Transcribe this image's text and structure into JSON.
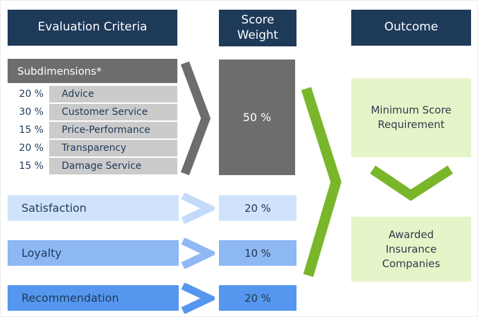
{
  "headers": {
    "evaluation_criteria": "Evaluation Criteria",
    "score_weight": "Score Weight",
    "outcome": "Outcome"
  },
  "subdimensions": {
    "title": "Subdimensions*",
    "rows": [
      {
        "percent": "20 %",
        "label": "Advice"
      },
      {
        "percent": "30 %",
        "label": "Customer Service"
      },
      {
        "percent": "15 %",
        "label": "Price-Performance"
      },
      {
        "percent": "20 %",
        "label": "Transparency"
      },
      {
        "percent": "15 %",
        "label": "Damage Service"
      }
    ],
    "weight": "50 %"
  },
  "criteria": [
    {
      "label": "Satisfaction",
      "weight": "20 %"
    },
    {
      "label": "Loyalty",
      "weight": "10 %"
    },
    {
      "label": "Recommendation",
      "weight": "20 %"
    }
  ],
  "outcome": {
    "minimum_label": "Minimum Score Requirement",
    "awarded_label": "Awarded Insurance Companies"
  },
  "icons": {
    "gray_chevron": "right-chevron",
    "satisfaction_chevron": "right-chevron",
    "loyalty_chevron": "right-chevron",
    "recommendation_chevron": "right-chevron",
    "merge_chevron": "right-chevron",
    "down_chevron": "down-chevron"
  },
  "palette": {
    "navy": "#1e3a59",
    "dark_gray": "#6d6d6d",
    "light_gray": "#cbcbcb",
    "blue_light": "#cfe3fb",
    "blue_medium": "#8db8f3",
    "blue_strong": "#5597ee",
    "green": "#7ab629",
    "green_light": "#e6f5c9"
  }
}
